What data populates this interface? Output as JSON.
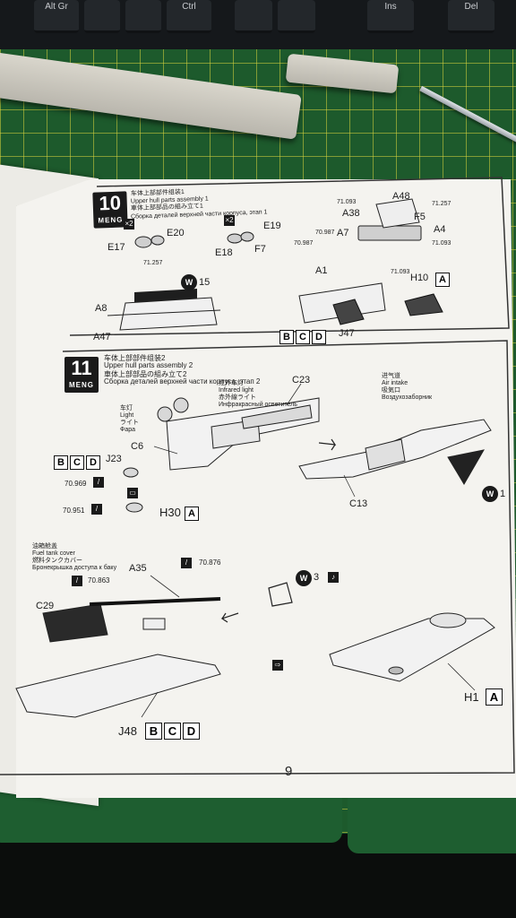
{
  "keyboard": {
    "keys": [
      "Alt Gr",
      "",
      "",
      "Ctrl",
      "",
      "",
      "Ins",
      "Del"
    ]
  },
  "step10": {
    "number": "10",
    "brand": "MENG",
    "title_lines": [
      "车体上部部件组装1",
      "Upper hull parts assembly 1",
      "車体上部部品の組み立て1",
      "Сборка деталей верхней части корпуса, этап 1"
    ],
    "counts": [
      "×2",
      "×2"
    ],
    "labels": {
      "e17": "E17",
      "e20": "E20",
      "e19": "E19",
      "e18": "E18",
      "f7": "F7",
      "a7": "A7",
      "a38": "A38",
      "a48": "A48",
      "f5": "F5",
      "a4": "A4",
      "a1": "A1",
      "h10": "H10",
      "a8": "A8",
      "a47": "A47",
      "j47": "J47",
      "w15": "15"
    },
    "glue": [
      "71.093",
      "71.257",
      "70.987",
      "70.987",
      "71.093",
      "71.257",
      "71.093"
    ],
    "boxes_a": "A",
    "boxes_bcd": [
      "B",
      "C",
      "D"
    ]
  },
  "step11": {
    "number": "11",
    "brand": "MENG",
    "title_lines": [
      "车体上部部件组装2",
      "Upper hull parts assembly 2",
      "車体上部部品の組み立て2",
      "Сборка деталей верхней части корпуса, этап 2"
    ],
    "light_lines": [
      "车灯",
      "Light",
      "ライト",
      "Фара"
    ],
    "infrared_lines": [
      "红外车灯",
      "Infrared light",
      "赤外線ライト",
      "Инфракрасный осветитель"
    ],
    "air_lines": [
      "进气道",
      "Air intake",
      "吸気口",
      "Воздухозаборник"
    ],
    "fuel_lines": [
      "油箱舱盖",
      "Fuel tank cover",
      "燃料タンクカバー",
      "Бронекрышка доступа к баку"
    ],
    "labels": {
      "c23": "C23",
      "c6": "C6",
      "j23": "J23",
      "c13": "C13",
      "h30": "H30",
      "a35": "A35",
      "c29": "C29",
      "j48": "J48",
      "h1": "H1",
      "g1": "70.969",
      "g2": "70.951",
      "g3": "70.863",
      "g4": "70.876",
      "w1": "1",
      "w3": "3"
    },
    "boxes_a": "A",
    "boxes_bcd": [
      "B",
      "C",
      "D"
    ]
  },
  "page": {
    "number": "9"
  }
}
